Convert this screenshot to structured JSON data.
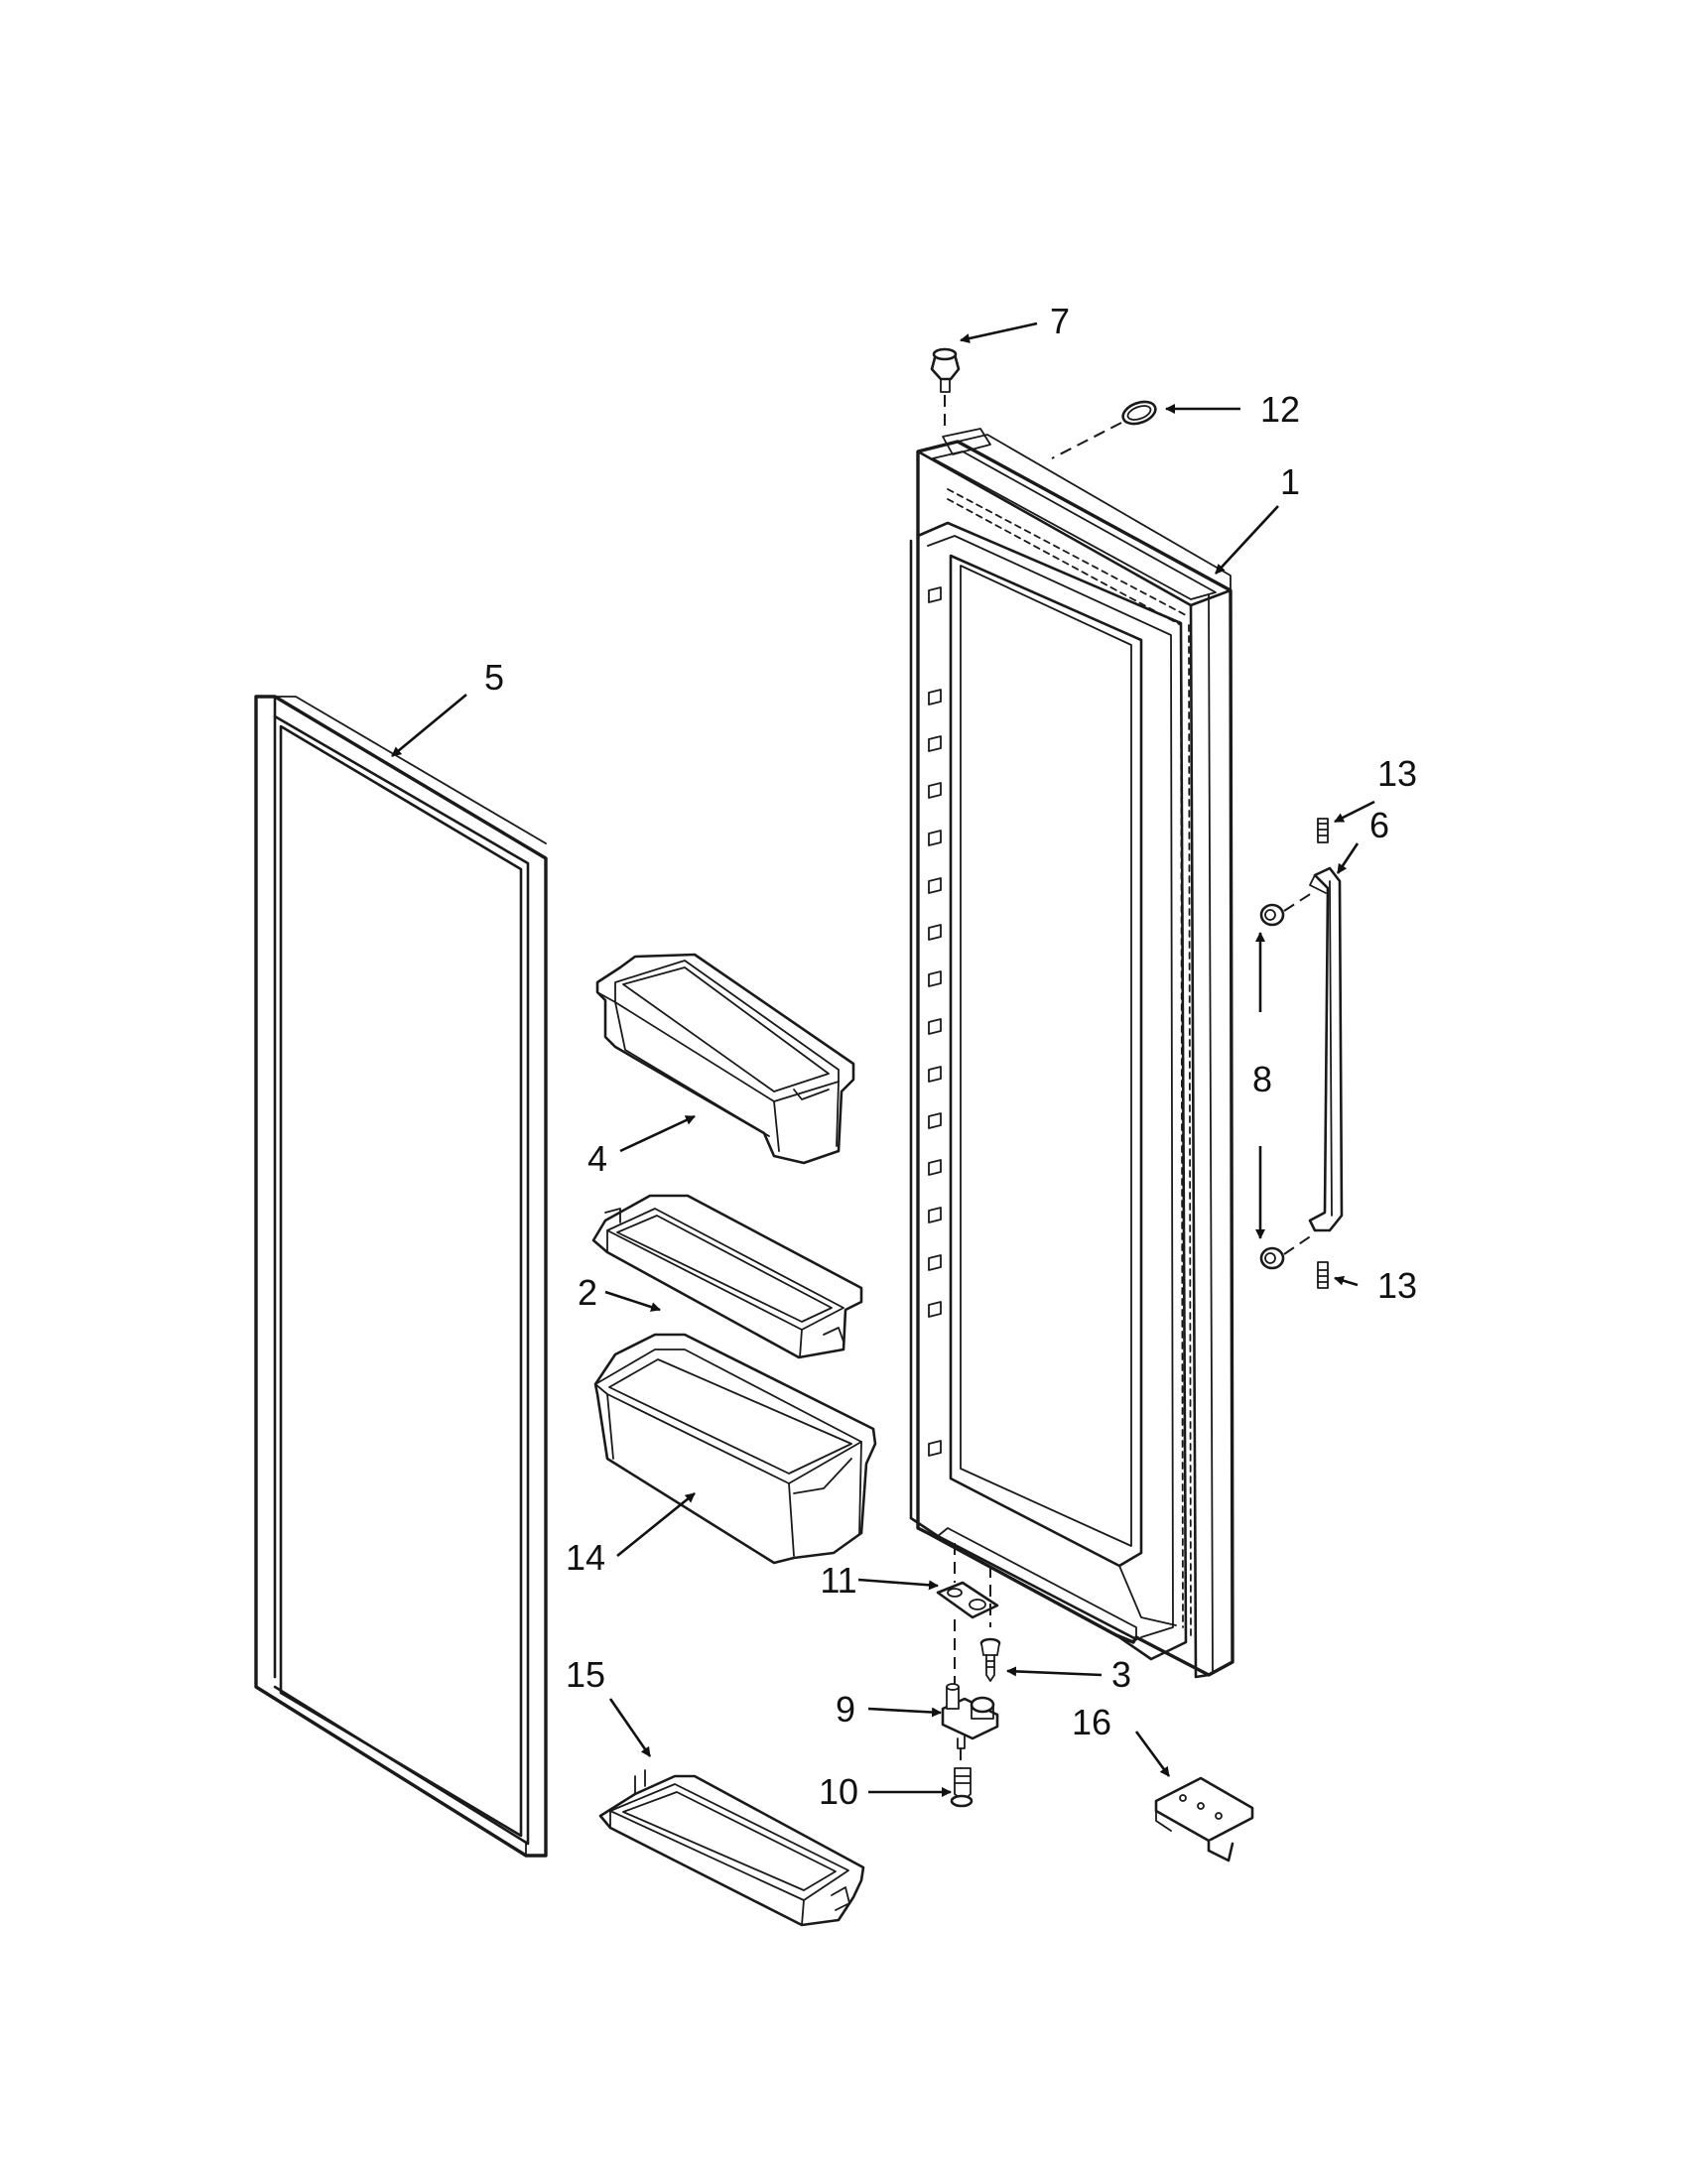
{
  "diagram": {
    "callouts": [
      {
        "id": "c1",
        "text": "1"
      },
      {
        "id": "c2",
        "text": "2"
      },
      {
        "id": "c3",
        "text": "3"
      },
      {
        "id": "c4",
        "text": "4"
      },
      {
        "id": "c5",
        "text": "5"
      },
      {
        "id": "c6",
        "text": "6"
      },
      {
        "id": "c7",
        "text": "7"
      },
      {
        "id": "c8",
        "text": "8"
      },
      {
        "id": "c9",
        "text": "9"
      },
      {
        "id": "c10",
        "text": "10"
      },
      {
        "id": "c11",
        "text": "11"
      },
      {
        "id": "c12",
        "text": "12"
      },
      {
        "id": "c13a",
        "text": "13"
      },
      {
        "id": "c13b",
        "text": "13"
      },
      {
        "id": "c14",
        "text": "14"
      },
      {
        "id": "c15",
        "text": "15"
      },
      {
        "id": "c16",
        "text": "16"
      }
    ]
  }
}
